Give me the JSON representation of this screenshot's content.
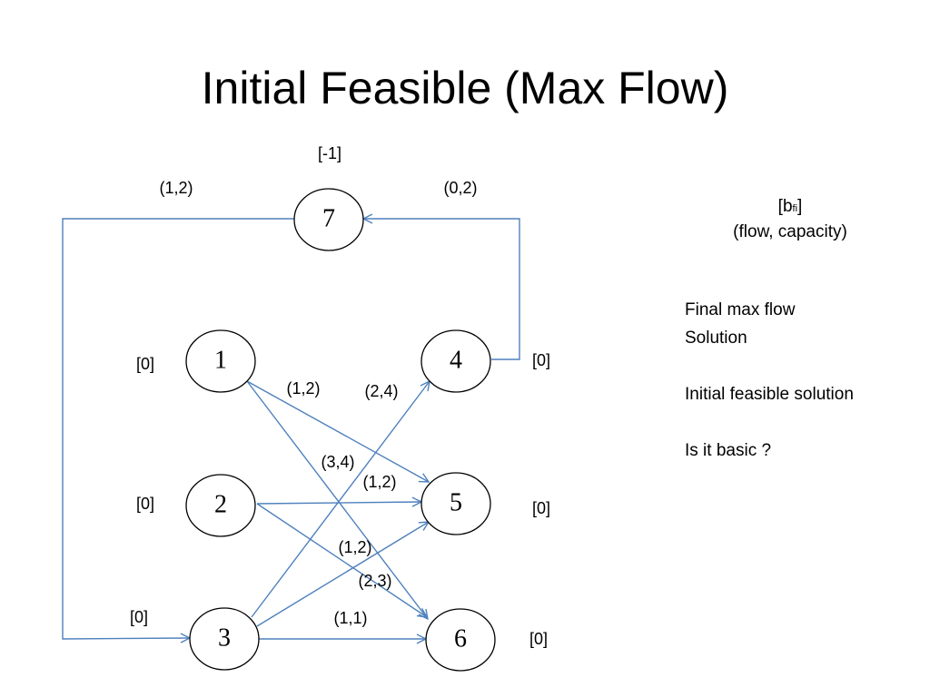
{
  "title": "Initial Feasible (Max Flow)",
  "legend": {
    "line1_open": "[b",
    "line1_sub": "fi",
    "line1_close": "]",
    "line2": "(flow, capacity)"
  },
  "notes": [
    "Final max flow",
    "Solution",
    "",
    "Initial feasible solution",
    "",
    "Is it basic ?"
  ],
  "nodes": [
    {
      "id": "7",
      "label": "7",
      "supply": "[-1]"
    },
    {
      "id": "1",
      "label": "1",
      "supply": "[0]"
    },
    {
      "id": "2",
      "label": "2",
      "supply": "[0]"
    },
    {
      "id": "3",
      "label": "3",
      "supply": "[0]"
    },
    {
      "id": "4",
      "label": "4",
      "supply": "[0]"
    },
    {
      "id": "5",
      "label": "5",
      "supply": "[0]"
    },
    {
      "id": "6",
      "label": "6",
      "supply": "[0]"
    }
  ],
  "edges": [
    {
      "from": "7",
      "to": "3",
      "label": "(1,2)"
    },
    {
      "from": "4",
      "to": "7",
      "label": "(0,2)"
    },
    {
      "from": "1",
      "to": "5",
      "label": "(1,2)"
    },
    {
      "from": "3",
      "to": "4",
      "label": "(2,4)"
    },
    {
      "from": "1",
      "to": "6",
      "label": "(3,4)"
    },
    {
      "from": "2",
      "to": "5",
      "label": "(1,2)"
    },
    {
      "from": "3",
      "to": "5",
      "label": "(1,2)"
    },
    {
      "from": "2",
      "to": "6",
      "label": "(2,3)"
    },
    {
      "from": "3",
      "to": "6",
      "label": "(1,1)"
    }
  ],
  "colors": {
    "edge": "#4f81bd",
    "node_stroke": "#000000",
    "text": "#000000"
  }
}
